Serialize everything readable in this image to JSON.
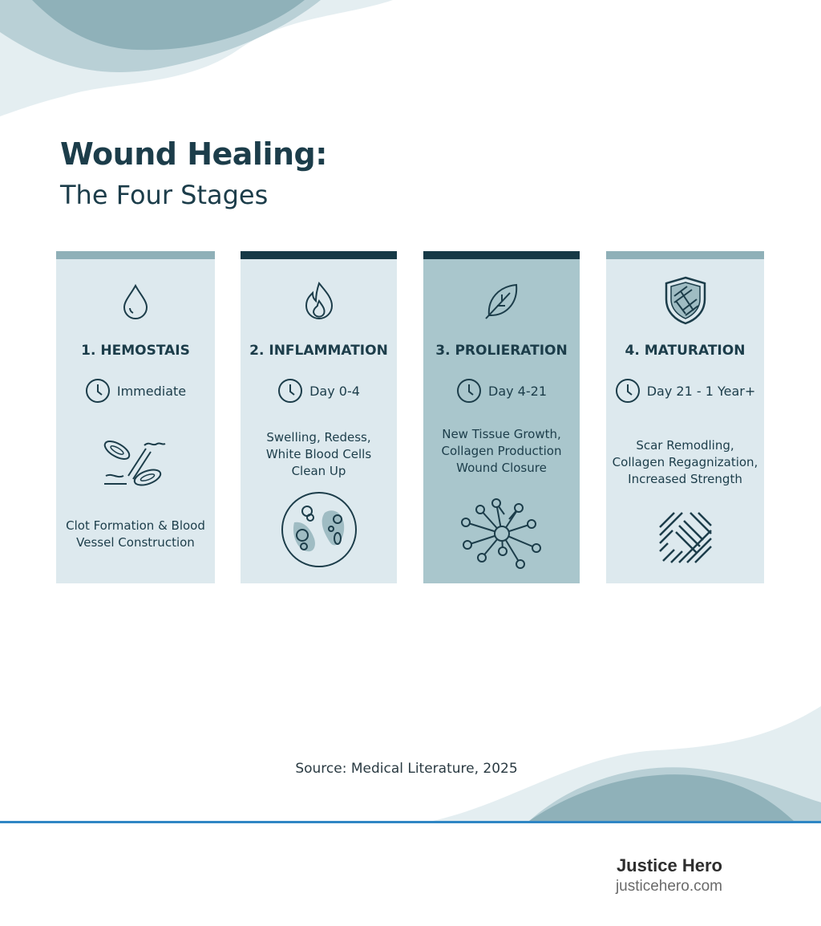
{
  "header": {
    "title": "Wound Healing:",
    "subtitle": "The Four Stages"
  },
  "stages": [
    {
      "title": "1. HEMOSTAIS",
      "time": "Immediate",
      "description": "Clot Formation & Blood Vessel Construction",
      "icon": "drop-icon",
      "illustration": "blood-cells-icon",
      "accent": "#8fb0b8"
    },
    {
      "title": "2. INFLAMMATION",
      "time": "Day 0-4",
      "description": "Swelling, Redess, White Blood Cells Clean Up",
      "icon": "flame-icon",
      "illustration": "cell-circle-icon",
      "accent": "#163946"
    },
    {
      "title": "3. PROLIERATION",
      "time": "Day 4-21",
      "description": "New Tissue Growth, Collagen Production Wound Closure",
      "icon": "leaf-icon",
      "illustration": "network-icon",
      "accent": "#163946"
    },
    {
      "title": "4. MATURATION",
      "time": "Day 21 - 1 Year+",
      "description": "Scar Remodling, Collagen Regagnization, Increased Strength",
      "icon": "shield-icon",
      "illustration": "weave-icon",
      "accent": "#8fb0b8"
    }
  ],
  "colors": {
    "card_light": "#dde9ee",
    "card_dark": "#a9c6cc",
    "text": "#1c3d4a",
    "rule": "#2f86c4"
  },
  "footer": {
    "source": "Source: Medical Literature, 2025",
    "brand_name": "Justice Hero",
    "brand_url": "justicehero.com"
  }
}
